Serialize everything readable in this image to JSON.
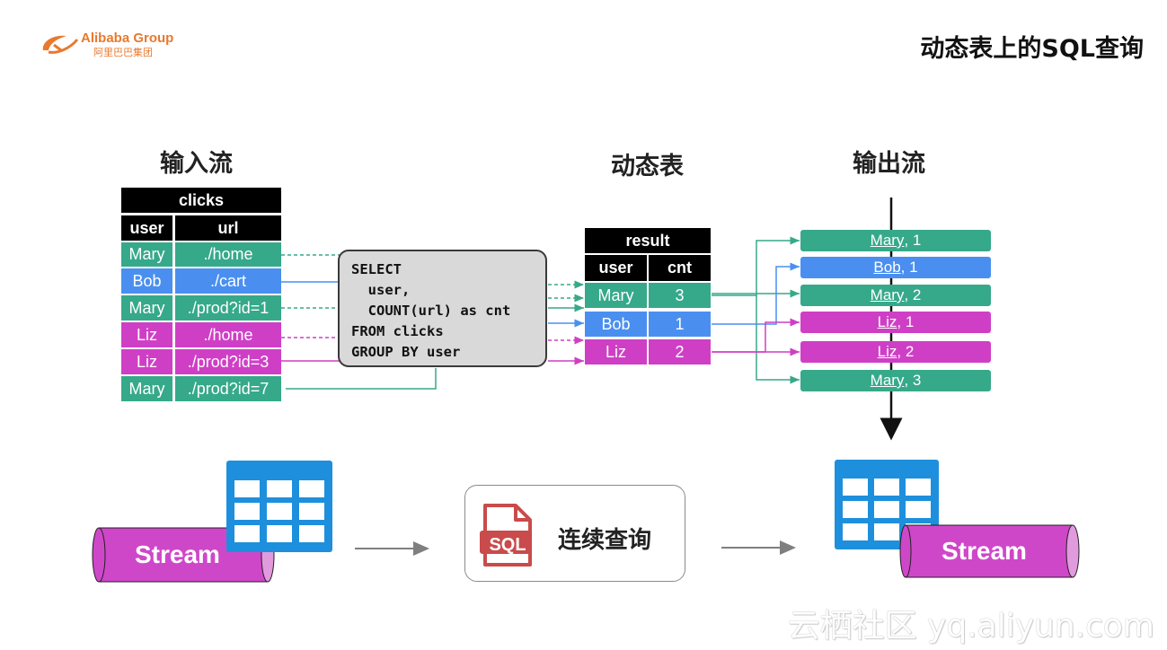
{
  "slide": {
    "title": "动态表上的SQL查询",
    "logo": {
      "en": "Alibaba Group",
      "cn": "阿里巴巴集团"
    },
    "watermark": "云栖社区 yq.aliyun.com"
  },
  "colors": {
    "green": "#36a98a",
    "blue": "#4a8ff0",
    "magenta": "#cf3fc6",
    "stream": "#cf47c9",
    "tableIcon": "#1e8fdc"
  },
  "input": {
    "heading": "输入流",
    "table_name": "clicks",
    "columns": [
      "user",
      "url"
    ],
    "rows": [
      {
        "user": "Mary",
        "url": "./home"
      },
      {
        "user": "Bob",
        "url": "./cart"
      },
      {
        "user": "Mary",
        "url": "./prod?id=1"
      },
      {
        "user": "Liz",
        "url": "./home"
      },
      {
        "user": "Liz",
        "url": "./prod?id=3"
      },
      {
        "user": "Mary",
        "url": "./prod?id=7"
      }
    ]
  },
  "query": {
    "lines": [
      "SELECT",
      "  user,",
      "  COUNT(url) as cnt",
      "FROM clicks",
      "GROUP BY user"
    ]
  },
  "dynamic": {
    "heading": "动态表",
    "table_name": "result",
    "columns": [
      "user",
      "cnt"
    ],
    "rows": [
      {
        "user": "Mary",
        "cnt": "3"
      },
      {
        "user": "Bob",
        "cnt": "1"
      },
      {
        "user": "Liz",
        "cnt": "2"
      }
    ]
  },
  "output": {
    "heading": "输出流",
    "rows": [
      {
        "user": "Mary",
        "rest": ", 1"
      },
      {
        "user": "Bob",
        "rest": ", 1"
      },
      {
        "user": "Mary",
        "rest": ", 2"
      },
      {
        "user": "Liz",
        "rest": ", 1"
      },
      {
        "user": "Liz",
        "rest": ", 2"
      },
      {
        "user": "Mary",
        "rest": ", 3"
      }
    ]
  },
  "bottom": {
    "stream_label_left": "Stream",
    "stream_label_right": "Stream",
    "sql_icon_text": "SQL",
    "continuous_query": "连续查询"
  }
}
